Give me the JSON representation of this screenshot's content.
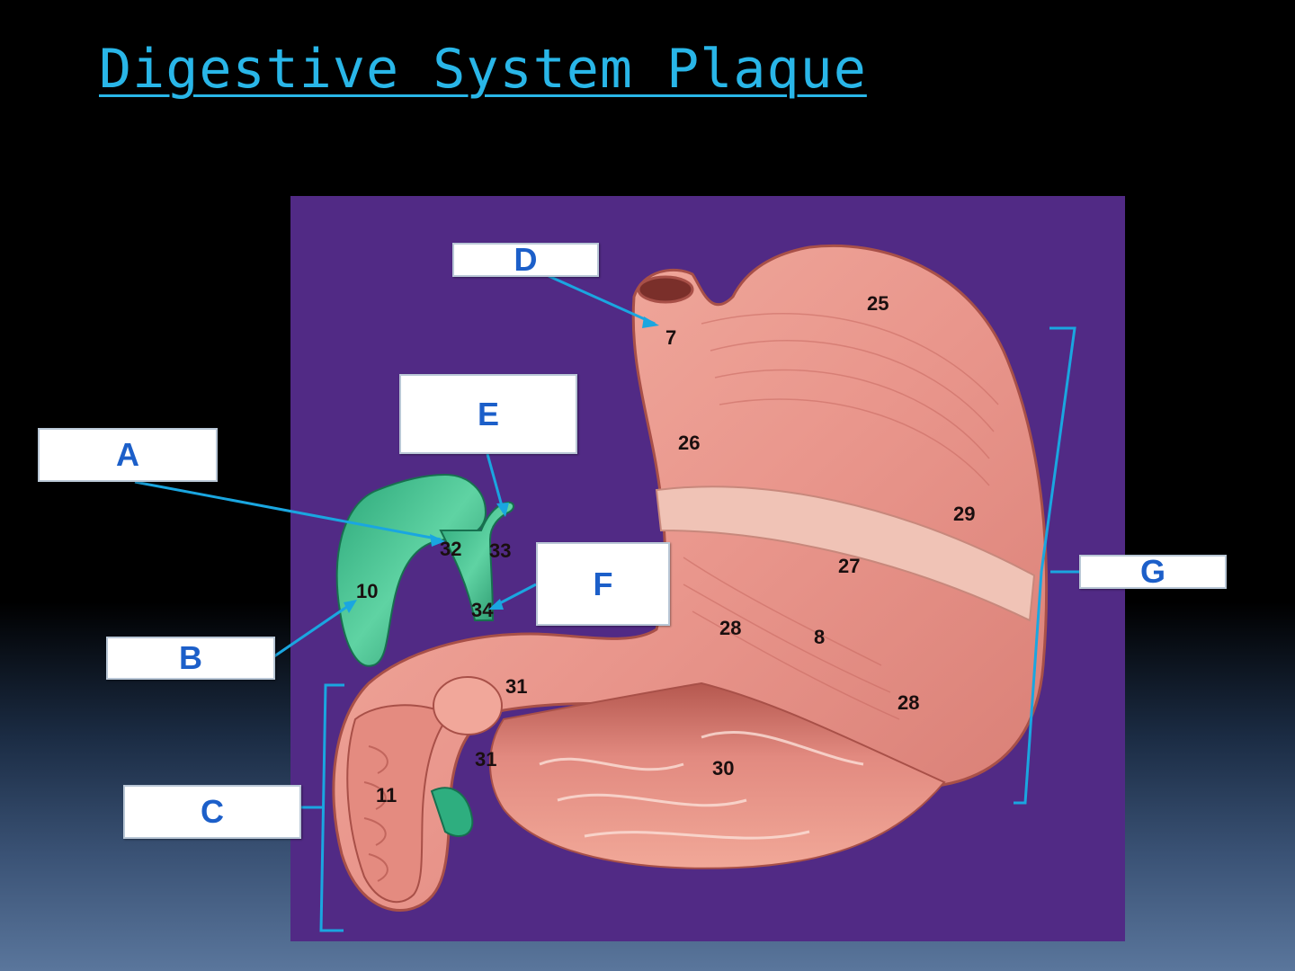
{
  "title": "Digestive System Plaque",
  "labels": {
    "A": "A",
    "B": "B",
    "C": "C",
    "D": "D",
    "E": "E",
    "F": "F",
    "G": "G"
  },
  "numbers": {
    "n7": "7",
    "n8": "8",
    "n10": "10",
    "n11": "11",
    "n25": "25",
    "n26": "26",
    "n27": "27",
    "n28a": "28",
    "n28b": "28",
    "n29": "29",
    "n30": "30",
    "n31a": "31",
    "n31b": "31",
    "n32": "32",
    "n33": "33",
    "n34": "34"
  },
  "colors": {
    "title": "#29b6e8",
    "plate": "#512a85",
    "stomach": "#e9968c",
    "gallbladder": "#3fbf8c",
    "pointer": "#1aa6e0",
    "label_text": "#1c5fc9"
  }
}
